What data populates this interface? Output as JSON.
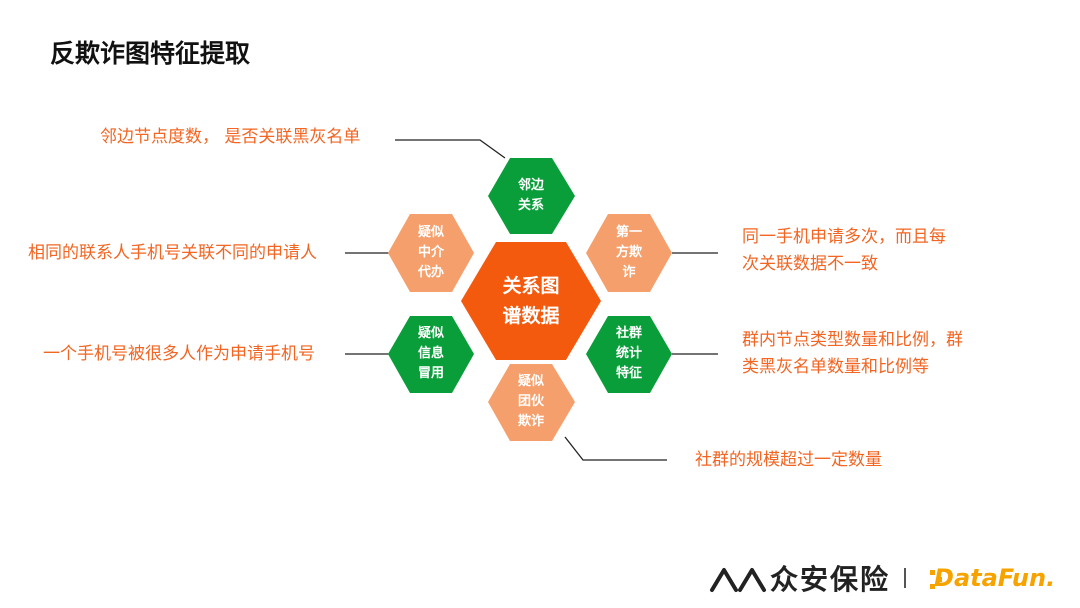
{
  "title": "反欺诈图特征提取",
  "colors": {
    "orange": "#f26522",
    "green": "#0a9e3a",
    "light_orange": "#f5a06c",
    "center": "#f35a0e"
  },
  "center": {
    "line1": "关系图",
    "line2": "谱数据"
  },
  "hexagons": {
    "top": {
      "lines": [
        "邻边",
        "关系"
      ],
      "color": "green"
    },
    "upper_left": {
      "lines": [
        "疑似",
        "中介",
        "代办"
      ],
      "color": "light_orange"
    },
    "upper_right": {
      "lines": [
        "第一",
        "方欺",
        "诈"
      ],
      "color": "light_orange"
    },
    "lower_left": {
      "lines": [
        "疑似",
        "信息",
        "冒用"
      ],
      "color": "green"
    },
    "lower_right": {
      "lines": [
        "社群",
        "统计",
        "特征"
      ],
      "color": "green"
    },
    "bottom": {
      "lines": [
        "疑似",
        "团伙",
        "欺诈"
      ],
      "color": "light_orange"
    }
  },
  "descriptions": {
    "top": "邻边节点度数， 是否关联黑灰名单",
    "upper_left": "相同的联系人手机号关联不同的申请人",
    "upper_right_1": "同一手机申请多次，而且每",
    "upper_right_2": "次关联数据不一致",
    "lower_left": "一个手机号被很多人作为申请手机号",
    "lower_right_1": "群内节点类型数量和比例，群",
    "lower_right_2": "类黑灰名单数量和比例等",
    "bottom": "社群的规模超过一定数量"
  },
  "footer": {
    "brand": "众安保险",
    "partner": "DataFun."
  }
}
